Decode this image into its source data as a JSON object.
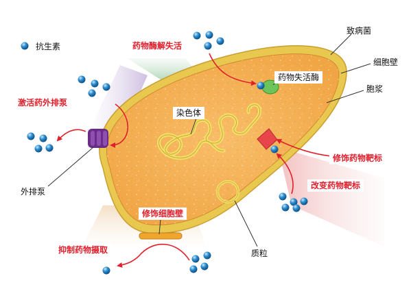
{
  "labels": {
    "antibiotic": "抗生素",
    "pathogen": "致病菌",
    "cell_wall": "细胞壁",
    "cytoplasm": "胞浆",
    "chromosome": "染色体",
    "plasmid": "质粒",
    "efflux_pump": "外排泵",
    "inactivated_enzyme": "药物失活酶"
  },
  "mechanisms": {
    "enzyme_inactivation": "药物酶解失活",
    "activate_efflux": "激活药外排泵",
    "modify_target": "修饰药物靶标",
    "alter_target": "改变药物靶标",
    "modify_cell_wall": "修饰细胞壁",
    "inhibit_uptake": "抑制药物摄取"
  },
  "colors": {
    "cell_fill": "#f7b45a",
    "cell_wall": "#e3c24a",
    "annotation_red": "#e0202c",
    "antibiotic_dot": "#1e7fc0",
    "efflux_pump": "#6a2d87",
    "enzyme": "#6dc45a",
    "target": "#e8454b",
    "chromosome": "#f2e06a"
  }
}
